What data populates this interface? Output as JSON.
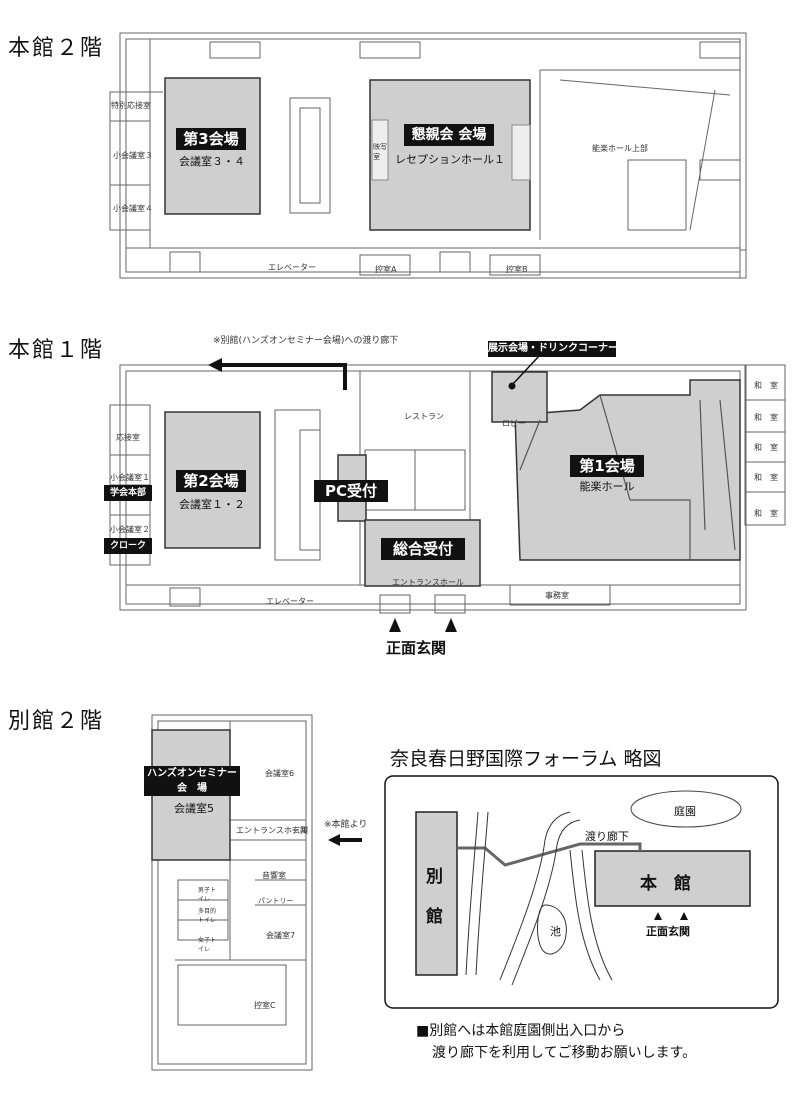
{
  "sections": {
    "honkan2": "本館２階",
    "honkan1": "本館１階",
    "bekkan2": "別館２階"
  },
  "floor2": {
    "venue3_title": "第3会場",
    "venue3_sub": "会議室３・４",
    "konshin_title": "懇親会 会場",
    "konshin_sub": "レセプションホール１",
    "tokubetsu": "特別応接室",
    "small3": "小会議室３",
    "small4": "小会議室４",
    "gakuya": "映写室",
    "nogaku_upper": "能楽ホール上部",
    "elevator": "エレベーター",
    "hikae_a": "控室A",
    "hikae_b": "控室B"
  },
  "floor1": {
    "annex_note": "※別館(ハンズオンセミナー会場)への渡り廊下",
    "expo_tag": "展示会場・ドリンクコーナー",
    "restaurant": "レストラン",
    "lobby": "ロビー",
    "venue1_title": "第1会場",
    "venue1_sub": "能楽ホール",
    "venue2_title": "第2会場",
    "venue2_sub": "会議室１・２",
    "pc_reception": "PC受付",
    "general_reception": "総合受付",
    "entrance_hall": "エントランスホール",
    "office": "事務室",
    "elevator": "エレベーター",
    "oosetsu": "応接室",
    "small1": "小会議室１",
    "small2": "小会議室２",
    "hq_tag": "学会本部",
    "cloak_tag": "クローク",
    "wa_room": "和　室",
    "main_entrance": "正面玄関"
  },
  "annex": {
    "seminar_tag": "ハンズオンセミナー\n会　場",
    "room5": "会議室5",
    "room6": "会議室6",
    "room7": "会議室7",
    "entrance_hall": "エントランスホール",
    "genkan": "玄関",
    "from_main": "※本館より",
    "storage": "音響室",
    "pantry": "パントリー",
    "toilet_m": "男子トイレ",
    "toilet_multi": "多目的トイレ",
    "toilet_f": "女子トイレ",
    "room_c": "控室C"
  },
  "map": {
    "title": "奈良春日野国際フォーラム 略図",
    "garden": "庭園",
    "corridor": "渡り廊下",
    "annex_char1": "別",
    "annex_char2": "館",
    "main": "本　館",
    "pond": "池",
    "entrance": "正面玄関",
    "note_line1": "■別館へは本館庭園側出入口から",
    "note_line2": "渡り廊下を利用してご移動お願いします。"
  },
  "colors": {
    "venue_fill": "#cfcfcf",
    "line": "#555555",
    "tag_bg": "#111111"
  }
}
